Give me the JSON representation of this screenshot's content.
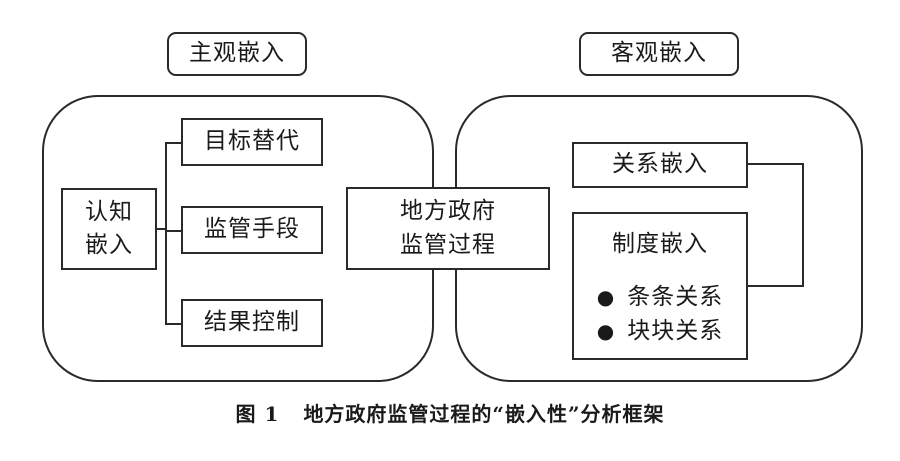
{
  "subjective": {
    "header": "主观嵌入",
    "cognitive": [
      "认知",
      "嵌入"
    ],
    "items": [
      "目标替代",
      "监管手段",
      "结果控制"
    ]
  },
  "objective": {
    "header": "客观嵌入",
    "relation": "关系嵌入",
    "institution": {
      "title": "制度嵌入",
      "bullets": [
        "条条关系",
        "块块关系"
      ]
    }
  },
  "center": [
    "地方政府",
    "监管过程"
  ],
  "caption": {
    "number": "图 1",
    "text": "地方政府监管过程的“嵌入性”分析框架"
  }
}
